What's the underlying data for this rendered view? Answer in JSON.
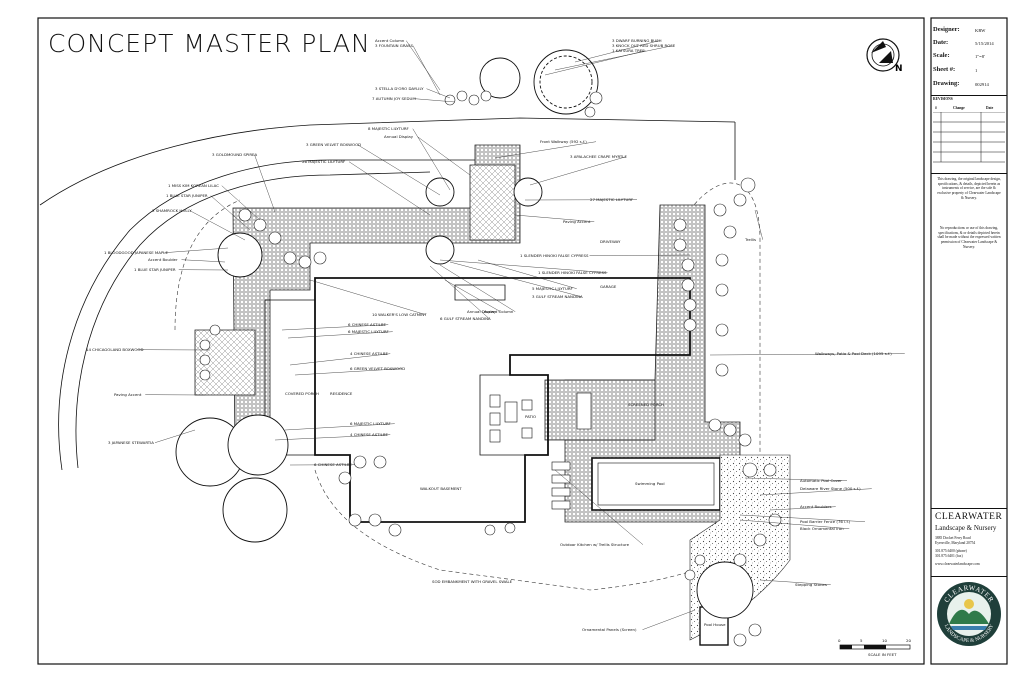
{
  "plan": {
    "title": "CONCEPT MASTER PLAN",
    "north_symbol": "N",
    "scale_bar": {
      "ticks": [
        "0",
        "5",
        "10",
        "20"
      ],
      "label": "SCALE IN FEET"
    },
    "rooms": {
      "covered_porch": "COVERED PORCH",
      "residence": "RESIDENCE",
      "garage": "GARAGE",
      "driveway": "DRIVEWAY",
      "patio": "PATIO",
      "screened_porch": "SCREENED PORCH",
      "walkout_basement": "WALKOUT BASEMENT",
      "pool": "Swimming Pool",
      "pool_house": "Pool House"
    },
    "notes": {
      "bottom_center": "SOD EMBANKMENT WITH GRAVEL SWALE"
    },
    "callouts": [
      "Accent Column",
      "3 FOUNTAIN GRASS",
      "3 STELLA D'ORO DAYLILY",
      "7 AUTUMN JOY SEDUM",
      "3 DWARF BURNING BUSH",
      "3 KNOCK OUT RED SHRUB ROSE",
      "1 KATSURA TREE",
      "8 MAJESTIC LILYTURF",
      "3 GREEN VELVET BOXWOOD",
      "Annual Display",
      "Front Walkway (592 s.f.)",
      "3 GOLDMOUND SPIREA",
      "26 MAJESTIC LILYTURF",
      "3 APALACHEE CRAPE MYRTLE",
      "1 MISS KIM KOREAN LILAC",
      "1 BLUE STAR JUNIPER",
      "27 MAJESTIC LILYTURF",
      "3 SHAMROCK HOLLY",
      "Paving Accent",
      "1 BLOODGOOD JAPANESE MAPLE",
      "Accent Boulder",
      "1 BLUE STAR JUNIPER",
      "1 SLENDER HINOKI FALSE CYPRESS",
      "1 SLENDER HINOKI FALSE CYPRESS",
      "Trellis",
      "5 MAJESTIC LILYTURF",
      "3 GULF STREAM NANDINA",
      "Accent Column",
      "10 WALKER'S LOW CATMINT",
      "Annual Display",
      "6 GULF STREAM NANDINA",
      "6 CHINESE ASTILBE",
      "6 MAJESTIC LILYTURF",
      "14 CHICAGOLAND BOXWOOD",
      "4 CHINESE ASTILBE",
      "Walkways, Patio & Pool Deck (1095 s.f.)",
      "6 GREEN VELVET BOXWOOD",
      "Paving Accent",
      "6 MAJESTIC LILYTURF",
      "4 CHINESE ASTILBE",
      "3 JAPANESE STEWARTIA",
      "6 CHINESE ASTILBE",
      "Automatic Pool Cover",
      "Delaware River Stone (500 s.f.)",
      "Accent Boulders",
      "Pool Barrier Fence (76 l.f.)",
      "Black Ornamental Iron",
      "Outdoor Kitchen w/ Trellis Structure",
      "Stepping Stones",
      "Ornamental Panels (Screen)"
    ]
  },
  "titleblock": {
    "designer_label": "Designer:",
    "designer_value": "KRW",
    "date_label": "Date:",
    "date_value": "5/15/2014",
    "scale_label": "Scale:",
    "scale_value": "1\"=8'",
    "sheet_label": "Sheet #:",
    "sheet_value": "1",
    "drawing_label": "Drawing:",
    "drawing_value": "002914",
    "revisions_label": "REVISIONS",
    "rev_cols": [
      "#",
      "Change",
      "Date"
    ],
    "copyright_note": "This drawing, the original landscape design, specifications, & details, depicted herein as instruments of service, are the sole & exclusive property of Clearwater Landscape & Nursery.",
    "reproduction_note": "No reproductions or use of this drawing, specifications, & or details depicted herein shall be made without the expressed written permission of Clearwater Landscape & Nursery.",
    "company_name": "CLEARWATER",
    "company_sub": "Landscape & Nursery",
    "address_1": "3885 Docket Ferry Road",
    "address_2": "Eyersville, Maryland 20754",
    "phone": "301.875.6400 (phone)",
    "fax": "301.875.6401 (fax)",
    "web": "www.clearwaterlandscape.com",
    "logo_text_top": "CLEARWATER",
    "logo_text_bottom": "LANDSCAPE & NURSERY"
  }
}
